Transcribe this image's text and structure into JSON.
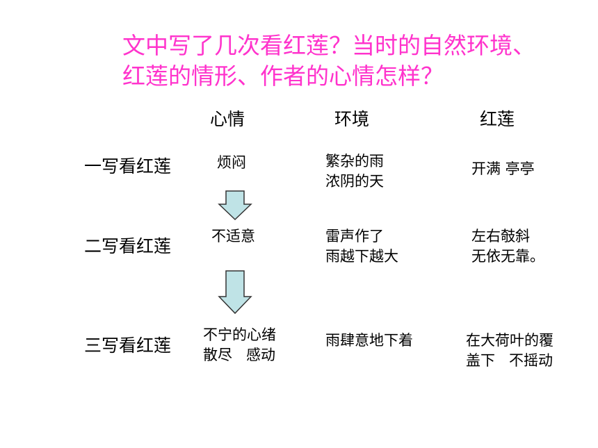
{
  "question": {
    "line1": "文中写了几次看红莲？当时的自然环境、",
    "line2": "红莲的情形、作者的心情怎样？"
  },
  "headers": {
    "mood": "心情",
    "environment": "环境",
    "lotus": "红莲"
  },
  "rows": [
    {
      "label": "一写看红莲",
      "mood": [
        "烦闷"
      ],
      "environment": [
        "繁杂的雨",
        "浓阴的天"
      ],
      "lotus": [
        "开满 亭亭"
      ]
    },
    {
      "label": "二写看红莲",
      "mood": [
        "不适意"
      ],
      "environment": [
        "雷声作了",
        "雨越下越大"
      ],
      "lotus": [
        "左右攲斜",
        "无依无靠。"
      ]
    },
    {
      "label": "三写看红莲",
      "mood": [
        "不宁的心绪",
        "散尽   感动"
      ],
      "environment": [
        "雨肆意地下着"
      ],
      "lotus": [
        "在大荷叶的覆",
        "盖下   不摇动"
      ]
    }
  ],
  "colors": {
    "question": "#ff33cc",
    "arrow_fill": "#bfe3e6",
    "arrow_stroke": "#333333"
  }
}
